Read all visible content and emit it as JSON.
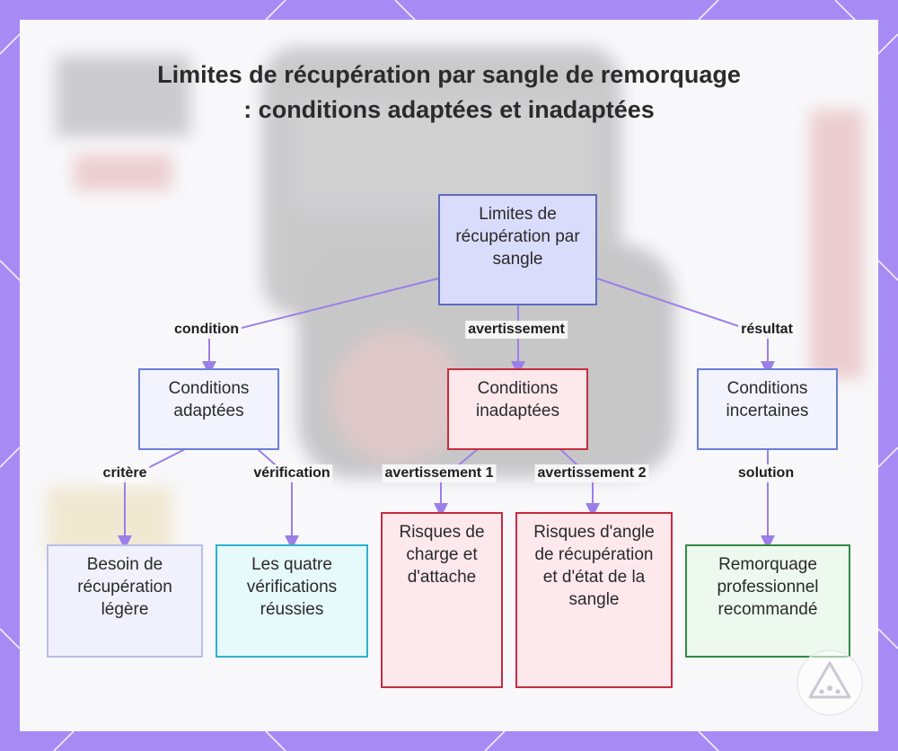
{
  "title": "Limites de récupération par sangle de remorquage : conditions adaptées et inadaptées",
  "nodes": {
    "root": "Limites de récupération par sangle",
    "adaptees": "Conditions adaptées",
    "inadaptees": "Conditions inadaptées",
    "incertaines": "Conditions incertaines",
    "besoin": "Besoin de récupération légère",
    "verifications": "Les quatre vérifications réussies",
    "risques_charge": "Risques de charge et d'attache",
    "risques_angle": "Risques d'angle de récupération et d'état de la sangle",
    "remorquage": "Remorquage professionnel recommandé"
  },
  "edge_labels": {
    "condition": "condition",
    "avertissement": "avertissement",
    "resultat": "résultat",
    "critere": "critère",
    "verification": "vérification",
    "avertissement1": "avertissement 1",
    "avertissement2": "avertissement 2",
    "solution": "solution"
  },
  "colors": {
    "frame": "#a78bf5",
    "edge": "#9b7fe8",
    "root_border": "#5c6bc0",
    "warning_border": "#c62d3f",
    "check_border": "#2ab3cc",
    "solution_border": "#2e8b3e"
  },
  "icons": [
    "logo-triangle-icon"
  ]
}
